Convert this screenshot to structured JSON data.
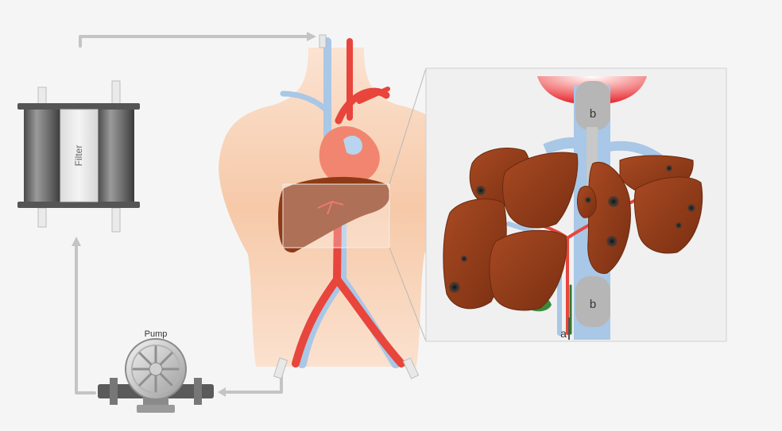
{
  "labels": {
    "filter": "Filter",
    "pump": "Pump",
    "marker_a": "a",
    "marker_b_top": "b",
    "marker_b_bottom": "b"
  },
  "colors": {
    "background": "#f5f5f5",
    "tubing": "#c4c4c4",
    "artery": "#e8453c",
    "vein": "#a9c7e6",
    "liver": "#8f3a17",
    "liver_light": "#a84a22",
    "body_skin": "#f6c7a4",
    "filter_dark": "#5c5c5c",
    "pump_gray": "#6a6a6a"
  },
  "icons": {
    "filter": "dialysis-filter-icon",
    "pump": "roller-pump-icon",
    "body": "human-torso-icon",
    "liver_detail": "liver-segments-icon"
  }
}
